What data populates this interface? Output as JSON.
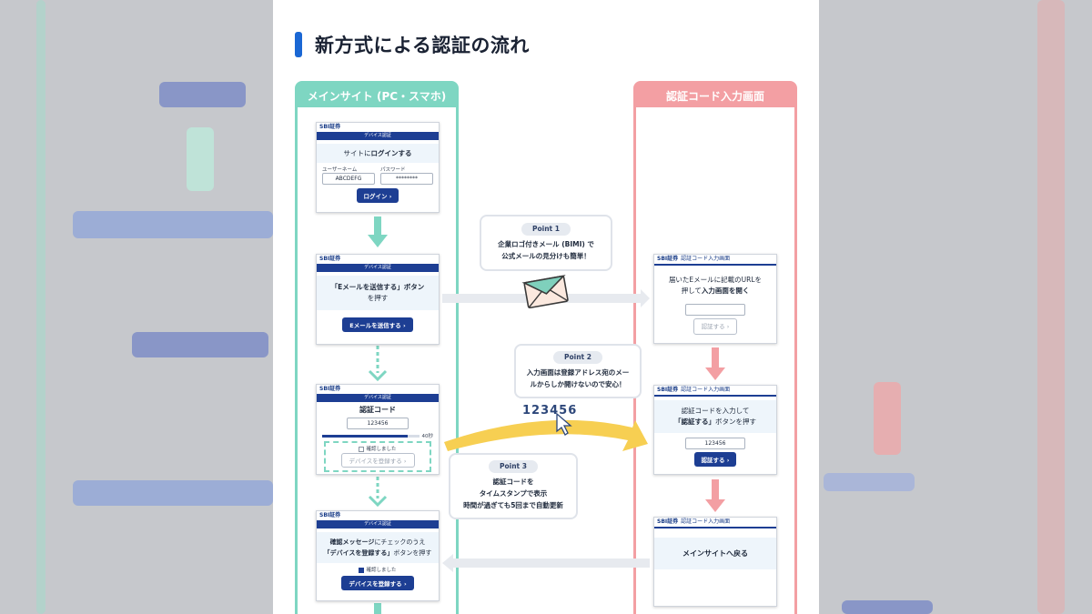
{
  "title": "新方式による認証の流れ",
  "lanes": {
    "left": "メインサイト (PC・スマホ)",
    "right": "認証コード入力画面"
  },
  "brand": "SBI証券",
  "screens": {
    "login": {
      "band": "デバイス認証",
      "heading_pre": "サイトに",
      "heading_bold": "ログインする",
      "user_label": "ユーザーネーム",
      "pass_label": "パスワード",
      "user_value": "ABCDEFG",
      "pass_value": "********",
      "button": "ログイン"
    },
    "email": {
      "band": "デバイス認証",
      "line1": "「Eメールを送信する」ボタン",
      "line2": "を押す",
      "button": "Eメールを送信する"
    },
    "code": {
      "band": "デバイス認証",
      "heading": "認証コード",
      "value": "123456",
      "timer": "40秒",
      "check": "確認しました",
      "button": "デバイスを登録する"
    },
    "register": {
      "band": "デバイス認証",
      "line1_bold": "確認メッセージ",
      "line1_rest": "にチェックのうえ",
      "line2_bold": "「デバイスを登録する」",
      "line2_rest": "ボタンを押す",
      "check": "確認しました",
      "button": "デバイスを登録する"
    },
    "open": {
      "sub": "認証コード入力画面",
      "line1": "届いたEメールに記載のURLを",
      "line2_pre": "押して",
      "line2_bold": "入力画面を開く",
      "button": "認証する"
    },
    "enter": {
      "sub": "認証コード入力画面",
      "line1": "認証コードを入力して",
      "line2_bold": "「認証する」",
      "line2_rest": "ボタンを押す",
      "value": "123456",
      "button": "認証する"
    },
    "back": {
      "sub": "認証コード入力画面",
      "text": "メインサイトへ戻る"
    }
  },
  "points": [
    {
      "label": "Point 1",
      "line1": "企業ロゴ付きメール (BIMI) で",
      "line2": "公式メールの見分けも簡単！"
    },
    {
      "label": "Point 2",
      "line1": "入力画面は登録アドレス宛のメー",
      "line2": "ルからしか開けないので安心！"
    },
    {
      "label": "Point 3",
      "line1": "認証コードを",
      "line2": "タイムスタンプで表示",
      "line3": "時間が過ぎても5回まで自動更新"
    }
  ],
  "transfer_code": "123456",
  "colors": {
    "accent": "#1a67d4",
    "navy": "#1d3e93",
    "teal": "#7ed6c2",
    "pink": "#f39fa3",
    "yellow": "#f7cf52"
  }
}
